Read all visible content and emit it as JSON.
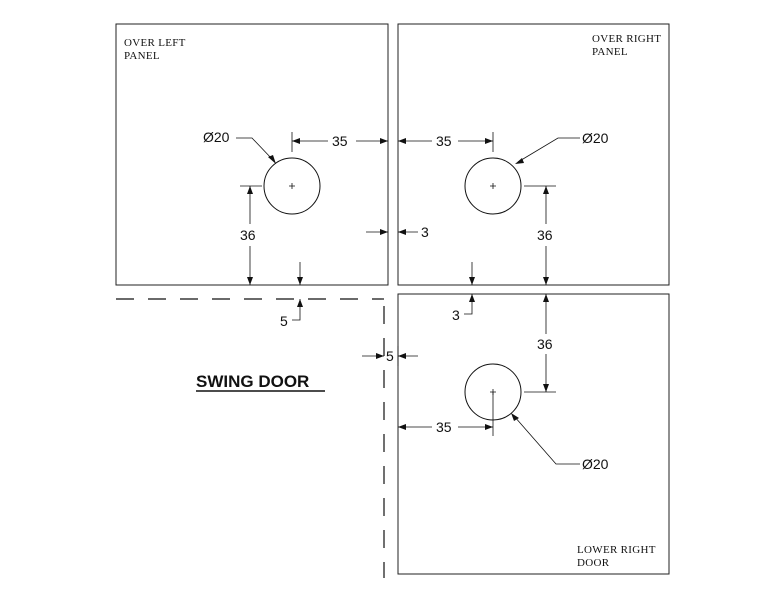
{
  "panels": {
    "over_left": {
      "line1": "OVER LEFT",
      "line2": "PANEL"
    },
    "over_right": {
      "line1": "OVER RIGHT",
      "line2": "PANEL"
    },
    "lower_right": {
      "line1": "LOWER  RIGHT",
      "line2": "DOOR"
    }
  },
  "title": "SWING DOOR",
  "dimensions": {
    "left_hole_diameter": "Ø20",
    "left_edge_offset": "35",
    "left_height": "36",
    "gap_vertical": "3",
    "gap_bottom_left": "5",
    "right_hole_diameter": "Ø20",
    "right_edge_offset": "35",
    "right_height": "36",
    "gap_horizontal": "3",
    "lower_height": "36",
    "gap_door": "5",
    "lower_edge_offset": "35",
    "lower_hole_diameter": "Ø20"
  }
}
